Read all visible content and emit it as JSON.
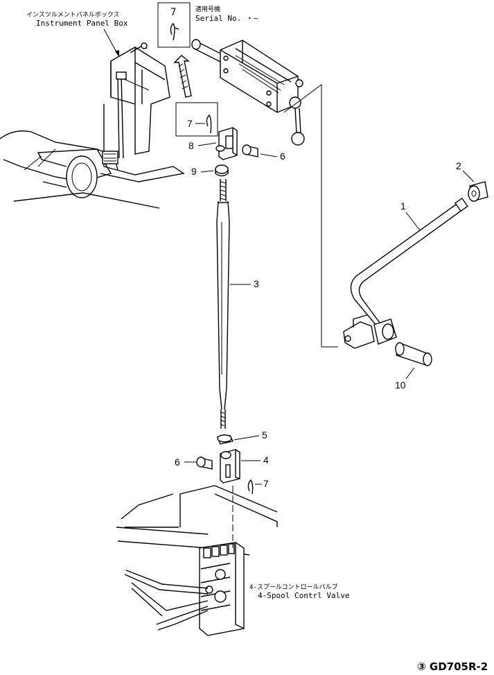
{
  "labels": {
    "panel_box_jp": "インスツルメントパネルボックス",
    "panel_box_en": "Instrument Panel Box",
    "serial_jp": "適用号機",
    "serial_en": "Serial No. ・~",
    "valve_jp": "4-スプールコントロールバルブ",
    "valve_en": "4-Spool Contrl Valve",
    "drawing_code": "③ GD705R-2"
  },
  "callouts": {
    "c1": "1",
    "c2": "2",
    "c3": "3",
    "c4": "4",
    "c5": "5",
    "c6a": "6",
    "c6b": "6",
    "c7a": "7",
    "c7b": "7",
    "c7c": "7",
    "c8": "8",
    "c9": "9",
    "c10": "10"
  }
}
